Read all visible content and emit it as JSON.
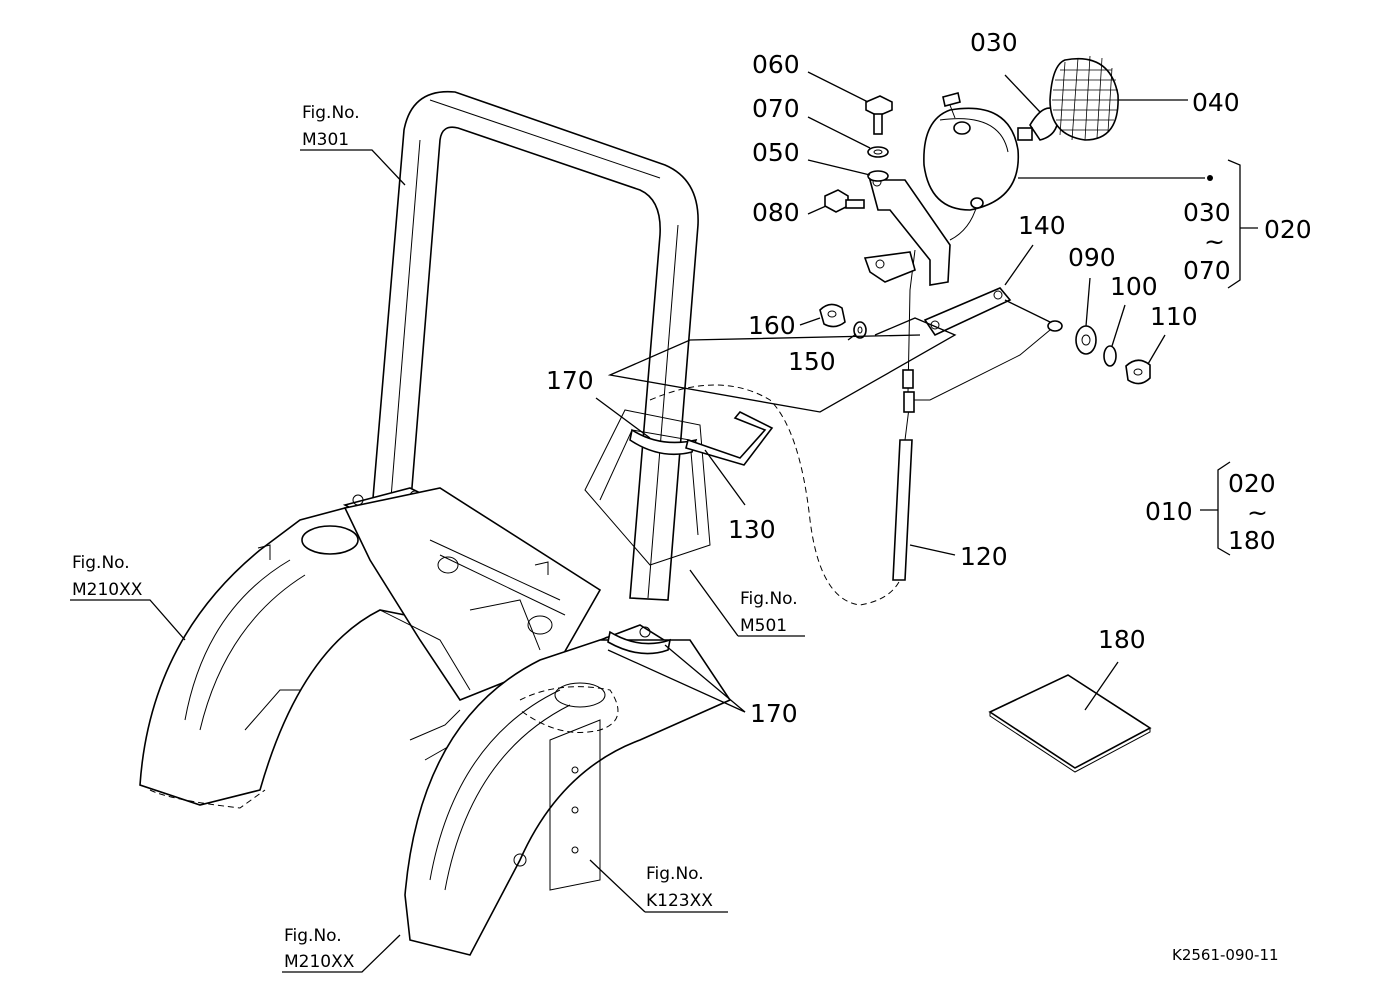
{
  "figure_refs": {
    "m301": {
      "line1": "Fig.No.",
      "line2": "M301"
    },
    "m210xx_left": {
      "line1": "Fig.No.",
      "line2": "M210XX"
    },
    "m501": {
      "line1": "Fig.No.",
      "line2": "M501"
    },
    "k123xx": {
      "line1": "Fig.No.",
      "line2": "K123XX"
    },
    "m210xx_bottom": {
      "line1": "Fig.No.",
      "line2": "M210XX"
    }
  },
  "callouts": {
    "p060": "060",
    "p070": "070",
    "p050": "050",
    "p080": "080",
    "p030": "030",
    "p040": "040",
    "p140": "140",
    "p090": "090",
    "p100": "100",
    "p110": "110",
    "p160": "160",
    "p150": "150",
    "p170_top": "170",
    "p130": "130",
    "p120": "120",
    "p170_bottom": "170",
    "p180": "180"
  },
  "groups": {
    "g020": {
      "label": "020",
      "from": "030",
      "tilde": "~",
      "to": "070"
    },
    "g010": {
      "label": "010",
      "from": "020",
      "tilde": "~",
      "to": "180"
    }
  },
  "drawing_code": "K2561-090-11"
}
